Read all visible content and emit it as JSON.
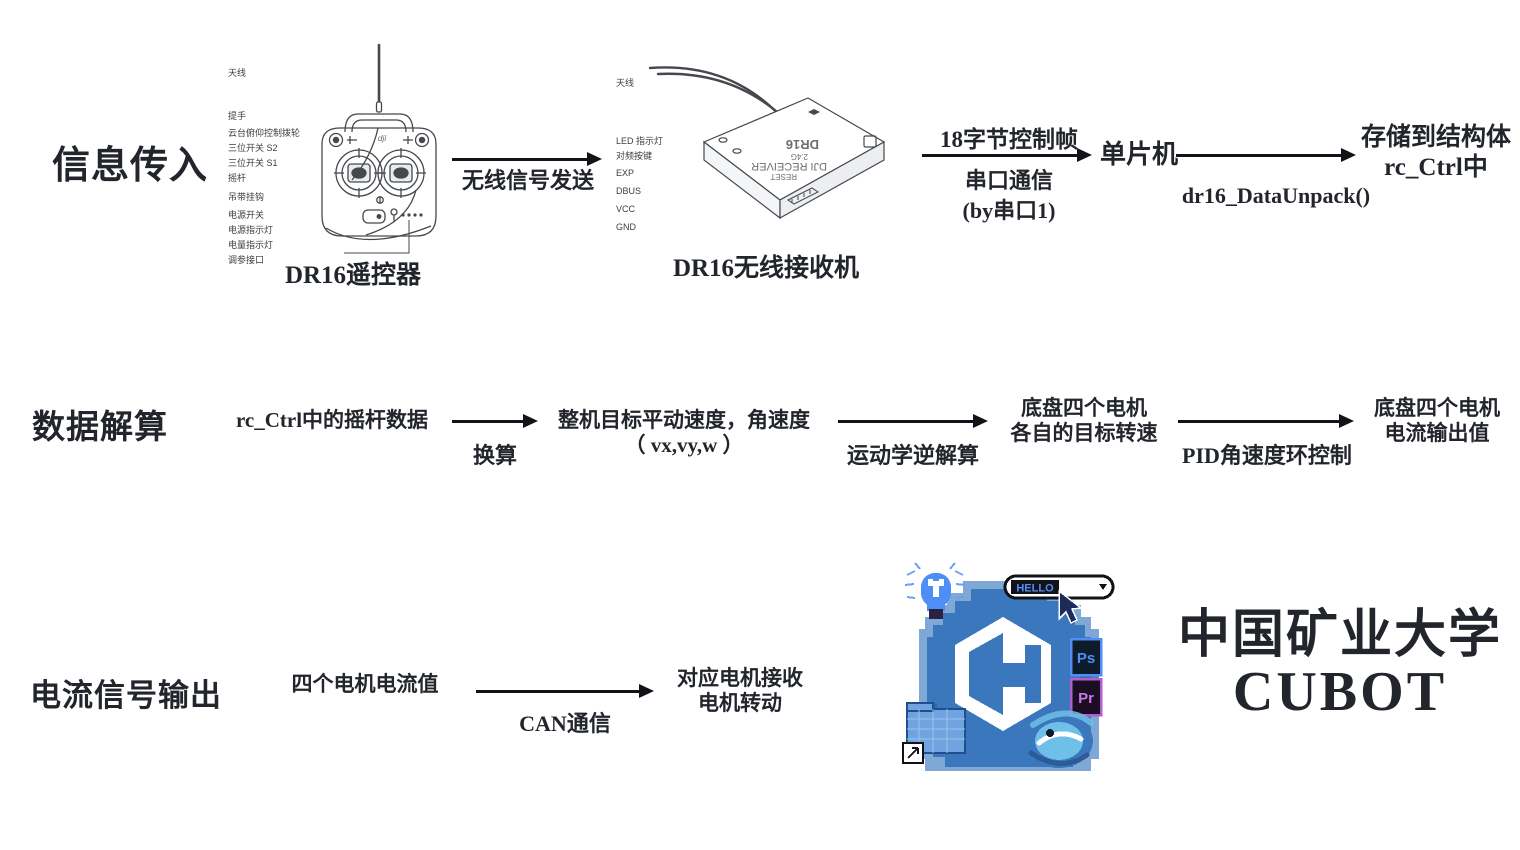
{
  "palette": {
    "ink": "#22252b",
    "line": "#111318",
    "leader": "#6b6f75",
    "logo_blue": "#3b77bd",
    "logo_blue_dark": "#2b5c97",
    "logo_blue_light": "#7fa8d6",
    "logo_bulb": "#4f8ef7",
    "logo_purple": "#b05ecd",
    "background": "#ffffff"
  },
  "rows": {
    "row1_label": "信息传入",
    "row2_label": "数据解算",
    "row3_label": "电流信号输出"
  },
  "row1": {
    "transmitter": {
      "caption": "DR16遥控器",
      "labels": [
        "天线",
        "提手",
        "云台俯仰控制拨轮",
        "三位开关 S2",
        "三位开关 S1",
        "摇杆",
        "吊带挂钩",
        "电源开关",
        "电源指示灯",
        "电量指示灯",
        "调参接口"
      ],
      "brand": "dji"
    },
    "receiver": {
      "caption": "DR16无线接收机",
      "labels": [
        "天线",
        "LED 指示灯",
        "对频按键",
        "EXP",
        "DBUS",
        "VCC",
        "GND"
      ],
      "body_text": {
        "brand": "DJI RECEIVER",
        "model": "DR16",
        "band": "2.4G",
        "reset": "RESET"
      }
    },
    "arrow1_label": "无线信号发送",
    "arrow2_above": "18字节控制帧",
    "arrow2_below_1": "串口通信",
    "arrow2_below_2": "(by串口1)",
    "node_mcu": "单片机",
    "arrow3_label": "dr16_DataUnpack()",
    "node_store_1": "存储到结构体",
    "node_store_2": "rc_Ctrl中"
  },
  "row2": {
    "node1": "rc_Ctrl中的摇杆数据",
    "arrow1_label": "换算",
    "node2_line1": "整机目标平动速度，角速度",
    "node2_line2": "（ vx,vy,w ）",
    "arrow2_label": "运动学逆解算",
    "node3_line1": "底盘四个电机",
    "node3_line2": "各自的目标转速",
    "arrow3_label": "PID角速度环控制",
    "node4_line1": "底盘四个电机",
    "node4_line2": "电流输出值"
  },
  "row3": {
    "node1": "四个电机电流值",
    "arrow1_label": "CAN通信",
    "node2_line1": "对应电机接收",
    "node2_line2": "电机转动"
  },
  "logo": {
    "hello_text": "HELLO",
    "badge_ps": "Ps",
    "badge_pr": "Pr",
    "ie_glyph": "e",
    "alt": "CUBOT pixel-art emblem"
  },
  "university": {
    "cn": "中国矿业大学",
    "en": "CUBOT"
  }
}
